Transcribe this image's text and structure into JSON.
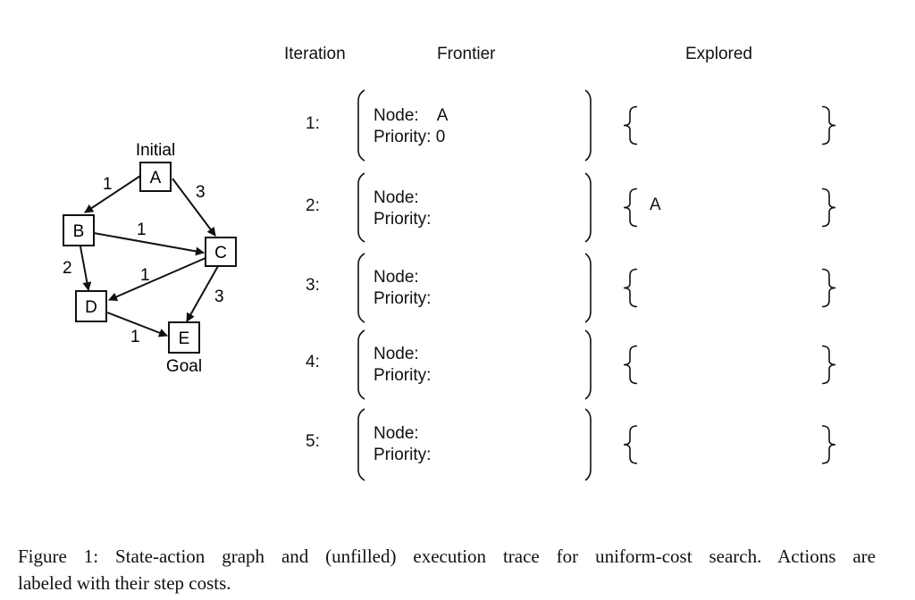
{
  "graph": {
    "nodes": [
      {
        "id": "A",
        "label": "A"
      },
      {
        "id": "B",
        "label": "B"
      },
      {
        "id": "C",
        "label": "C"
      },
      {
        "id": "D",
        "label": "D"
      },
      {
        "id": "E",
        "label": "E"
      }
    ],
    "edges": [
      {
        "from": "A",
        "to": "B",
        "cost": "1"
      },
      {
        "from": "A",
        "to": "C",
        "cost": "3"
      },
      {
        "from": "B",
        "to": "C",
        "cost": "1"
      },
      {
        "from": "B",
        "to": "D",
        "cost": "2"
      },
      {
        "from": "C",
        "to": "D",
        "cost": "1"
      },
      {
        "from": "C",
        "to": "E",
        "cost": "3"
      },
      {
        "from": "D",
        "to": "E",
        "cost": "1"
      }
    ],
    "initial_label": "Initial",
    "goal_label": "Goal"
  },
  "trace": {
    "headers": {
      "iteration": "Iteration",
      "frontier": "Frontier",
      "explored": "Explored"
    },
    "node_label": "Node:",
    "priority_label": "Priority:",
    "rows": [
      {
        "iteration": "1:",
        "node": "A",
        "priority": "0",
        "explored": ""
      },
      {
        "iteration": "2:",
        "node": "",
        "priority": "",
        "explored": "A"
      },
      {
        "iteration": "3:",
        "node": "",
        "priority": "",
        "explored": ""
      },
      {
        "iteration": "4:",
        "node": "",
        "priority": "",
        "explored": ""
      },
      {
        "iteration": "5:",
        "node": "",
        "priority": "",
        "explored": ""
      }
    ]
  },
  "caption": {
    "line1": "Figure 1: State-action graph and (unfilled) execution trace for uniform-cost search. Actions are",
    "line2": "labeled with their step costs."
  }
}
